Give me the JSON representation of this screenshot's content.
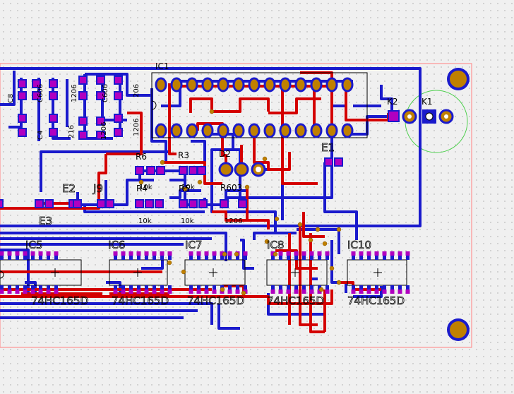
{
  "colors": {
    "background": "#f0f0f0",
    "top_copper": "#d40000",
    "bottom_copper": "#1a1acc",
    "pad_magenta": "#b000c0",
    "board_outline": "#ff8080",
    "mount_hole": "#c08000",
    "keepout_circle": "#50d050"
  },
  "labels": {
    "ic1": "IC1",
    "k1": "K1",
    "k2": "K2",
    "e1": "E1",
    "e2": "E2",
    "e3": "E3",
    "j9": "J9",
    "r6": "R6",
    "r3": "R3",
    "r4": "R4",
    "r5": "R5",
    "r603": "R603",
    "d2": "D2",
    "c8": "C8",
    "c4": "C4",
    "c606": "C606",
    "c6b": "C606",
    "r1206a": "1206",
    "r1206b": "1206",
    "r1206c": "1206",
    "r1206d": "1206",
    "k10a": "10k",
    "k10b": "10k",
    "k10c": "10k",
    "k10d": "10k",
    "v206": "206",
    "v216": "216",
    "ic5": "IC5",
    "ic6": "IC6",
    "ic7": "IC7",
    "ic8": "IC8",
    "ic10": "IC10",
    "ic5_part": "74HC165D",
    "ic6_part": "74HC165D",
    "ic7_part": "74HC165D",
    "ic8_part": "74HC165D",
    "ic10_part": "74HC165D"
  }
}
